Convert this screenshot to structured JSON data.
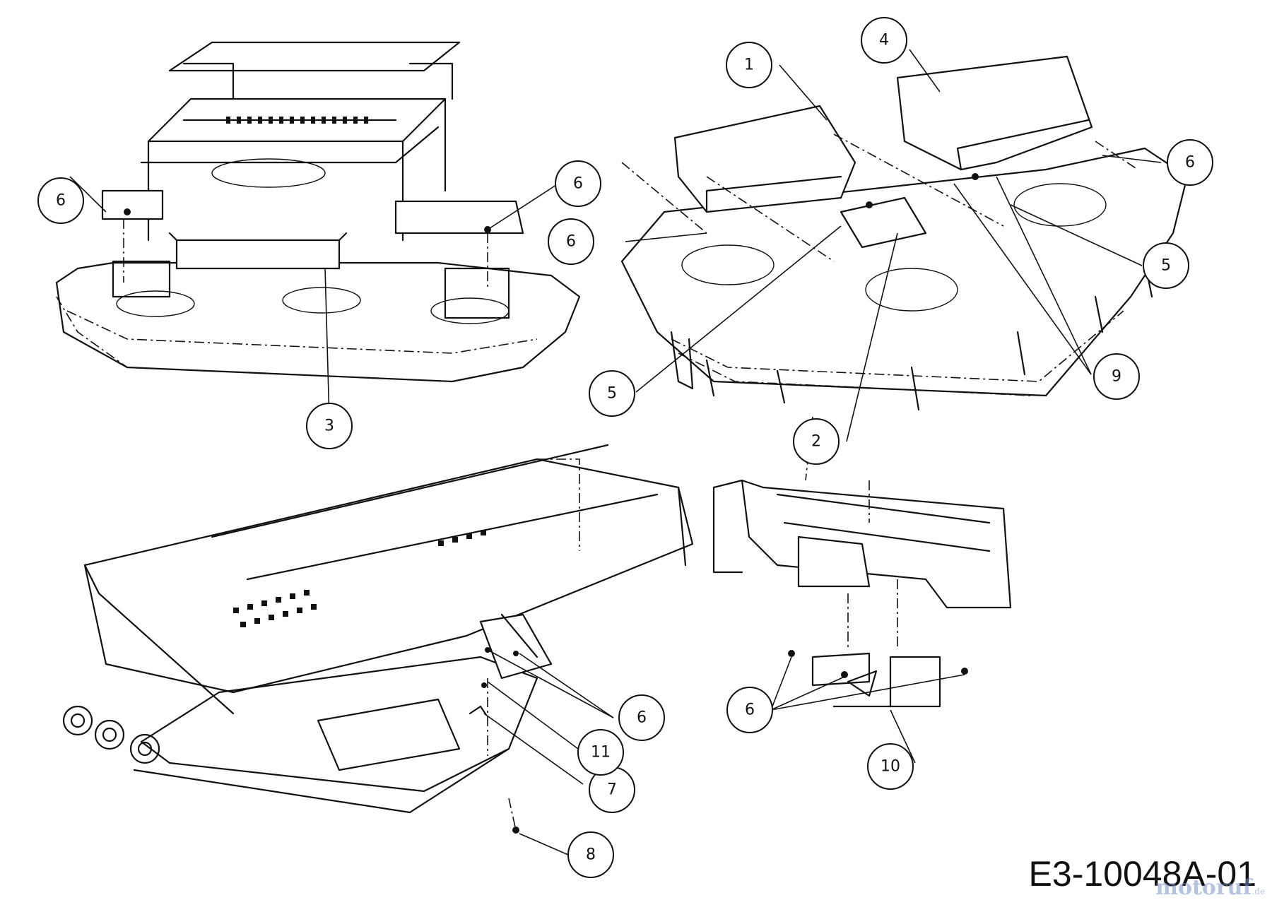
{
  "document_code": "E3-10048A-01",
  "watermark": {
    "text": "motoruf",
    "suffix": ".de"
  },
  "callouts": [
    {
      "id": "c1",
      "label": "1"
    },
    {
      "id": "c2",
      "label": "2"
    },
    {
      "id": "c3",
      "label": "3"
    },
    {
      "id": "c4",
      "label": "4"
    },
    {
      "id": "c5a",
      "label": "5"
    },
    {
      "id": "c5b",
      "label": "5"
    },
    {
      "id": "c6a",
      "label": "6"
    },
    {
      "id": "c6b",
      "label": "6"
    },
    {
      "id": "c6c",
      "label": "6"
    },
    {
      "id": "c6d",
      "label": "6"
    },
    {
      "id": "c6e",
      "label": "6"
    },
    {
      "id": "c6f",
      "label": "6"
    },
    {
      "id": "c7",
      "label": "7"
    },
    {
      "id": "c8",
      "label": "8"
    },
    {
      "id": "c9",
      "label": "9"
    },
    {
      "id": "c10",
      "label": "10"
    },
    {
      "id": "c11",
      "label": "11"
    }
  ]
}
